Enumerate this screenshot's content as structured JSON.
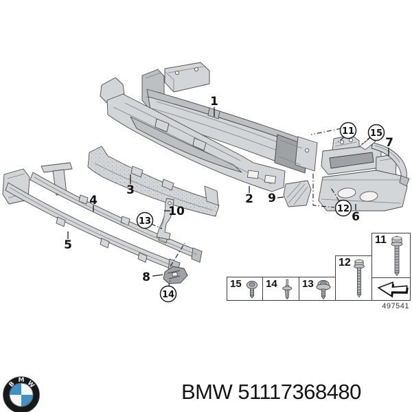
{
  "diagram": {
    "callouts_plain": [
      {
        "label": "1"
      },
      {
        "label": "2"
      },
      {
        "label": "3"
      },
      {
        "label": "4"
      },
      {
        "label": "5"
      },
      {
        "label": "6"
      },
      {
        "label": "7"
      },
      {
        "label": "8"
      },
      {
        "label": "9"
      },
      {
        "label": "10"
      }
    ],
    "callouts_circled": [
      {
        "label": "11"
      },
      {
        "label": "12"
      },
      {
        "label": "13"
      },
      {
        "label": "14"
      },
      {
        "label": "15"
      }
    ],
    "code": "497541"
  },
  "parts_table": {
    "cells": [
      {
        "label": "15",
        "type": "pan-head-screw"
      },
      {
        "label": "14",
        "type": "expansion-rivet"
      },
      {
        "label": "13",
        "type": "screw-with-washer"
      },
      {
        "label": "12",
        "type": "hex-flange-bolt"
      },
      {
        "label": "11",
        "type": "hex-bolt-long"
      }
    ],
    "arrow_icon": "direction-arrow"
  },
  "footer": {
    "caption": "BMW 51117368480",
    "logo_letters": [
      "B",
      "M",
      "W"
    ]
  },
  "colors": {
    "bmw_blue": "#3e92c7",
    "outline": "#4a4a4a",
    "part_fill": "#d3d6d8",
    "text": "#141414"
  }
}
